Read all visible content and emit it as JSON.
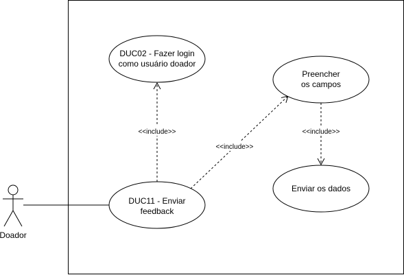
{
  "actor": {
    "name": "Doador"
  },
  "use_cases": {
    "duc02": {
      "line1": "DUC02 - Fazer login",
      "line2": "como usuário doador"
    },
    "duc11": {
      "line1": "DUC11 - Enviar",
      "line2": "feedback"
    },
    "preencher": {
      "line1": "Preencher",
      "line2": "os campos"
    },
    "enviar": {
      "line1": "Enviar os dados"
    }
  },
  "relations": {
    "duc11_to_duc02": "<<include>>",
    "duc11_to_preencher": "<<include>>",
    "preencher_to_enviar": "<<include>>"
  },
  "colors": {
    "stroke": "#000000",
    "background": "#ffffff"
  }
}
